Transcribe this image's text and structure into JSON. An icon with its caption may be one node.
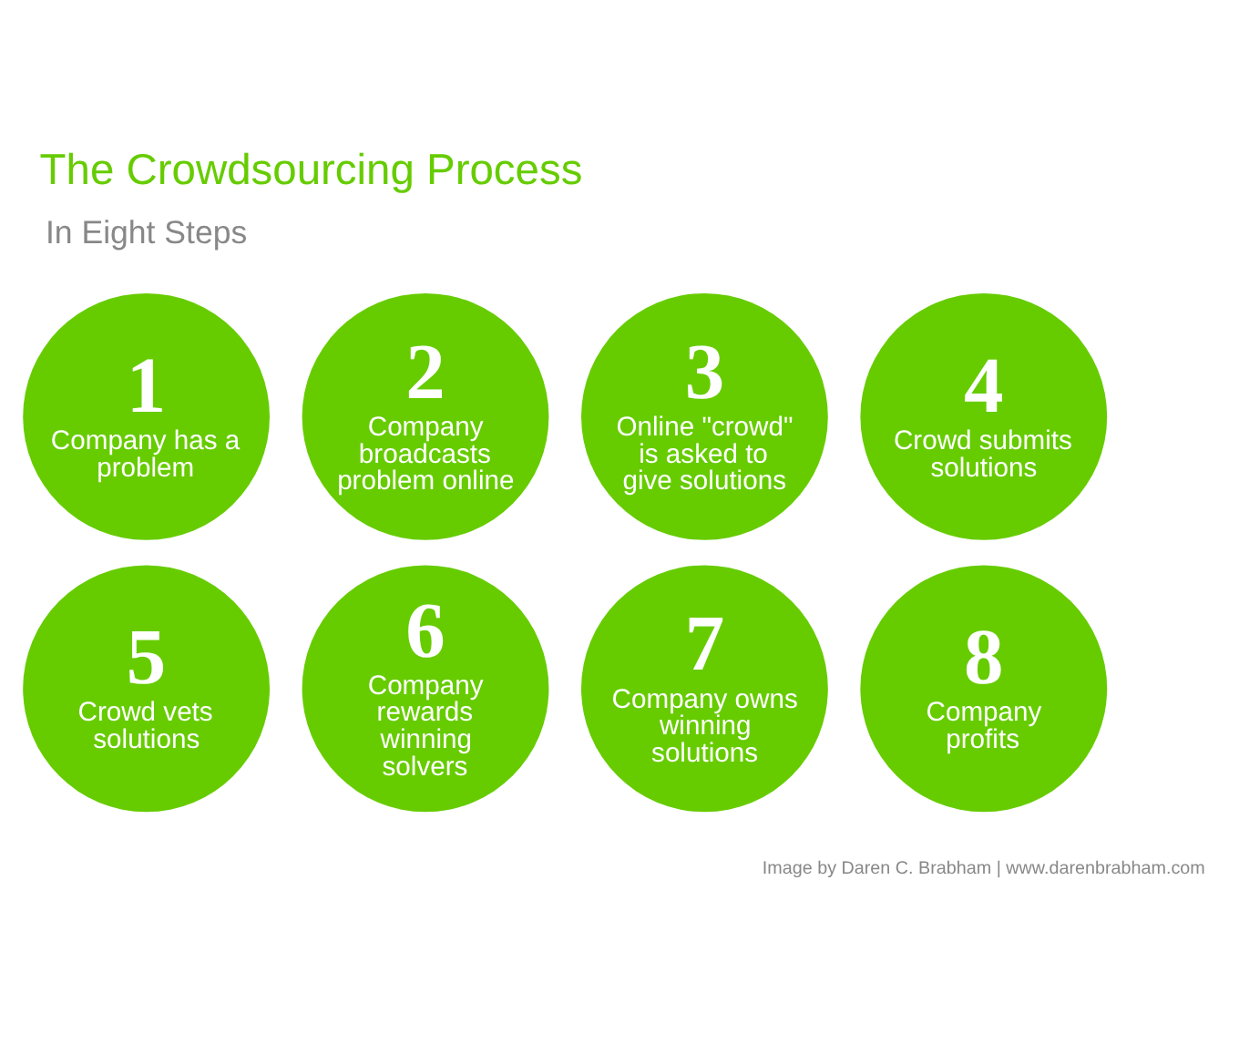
{
  "diagram": {
    "title": "The Crowdsourcing Process",
    "nodes": [
      {
        "text": [
          "1",
          "Company has a problem"
        ]
      },
      {
        "text": [
          "2",
          "Company broadcasts problem online"
        ]
      },
      {
        "text": [
          "3",
          "Online \"crowd\" is asked to give solutions"
        ]
      },
      {
        "text": [
          "4",
          "Crowd submits solutions"
        ]
      },
      {
        "text": [
          "5",
          "Crowd vets solutions"
        ]
      },
      {
        "text": [
          "6",
          "Company rewards winning solvers"
        ]
      },
      {
        "text": [
          "7",
          "Company owns winning solutions"
        ]
      },
      {
        "text": [
          "8",
          "Company profits"
        ]
      }
    ],
    "edges": [],
    "labels": [
      "In Eight Steps",
      "Image by Daren C. Brabham | www.darenbrabham.com"
    ]
  }
}
